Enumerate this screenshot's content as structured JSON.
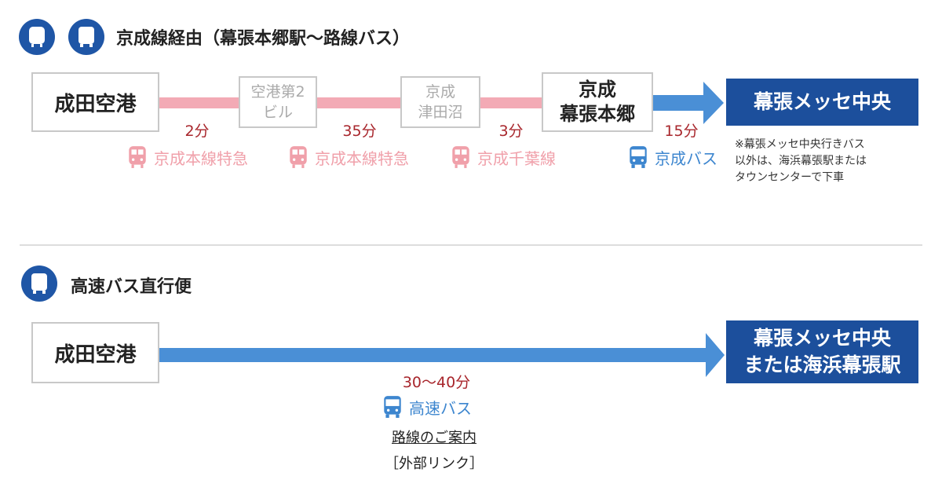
{
  "section1": {
    "title": "京成線経由（幕張本郷駅〜路線バス）",
    "icons": [
      "train-icon",
      "bus-icon"
    ],
    "stations": [
      "成田空港",
      "空港第2\nビル",
      "京成\n津田沼",
      "京成\n幕張本郷"
    ],
    "destination": "幕張メッセ中央",
    "times": [
      "2分",
      "35分",
      "3分",
      "15分"
    ],
    "lines": [
      "京成本線特急",
      "京成本線特急",
      "京成千葉線",
      "京成バス"
    ],
    "note": [
      "※幕張メッセ中央行きバス",
      "以外は、海浜幕張駅または",
      "タウンセンターで下車"
    ]
  },
  "section2": {
    "title": "高速バス直行便",
    "origin": "成田空港",
    "destination": [
      "幕張メッセ中央",
      "または海浜幕張駅"
    ],
    "time": "30〜40分",
    "line": "高速バス",
    "link": "路線のご案内",
    "link_note": "［外部リンク］"
  },
  "colors": {
    "navy": "#1c4f9c",
    "arrow": "#4a8fd6",
    "rail": "#f3aab5",
    "time": "#a8262c",
    "rail_label": "#f0a0aa",
    "bus_label": "#3d86cf"
  }
}
